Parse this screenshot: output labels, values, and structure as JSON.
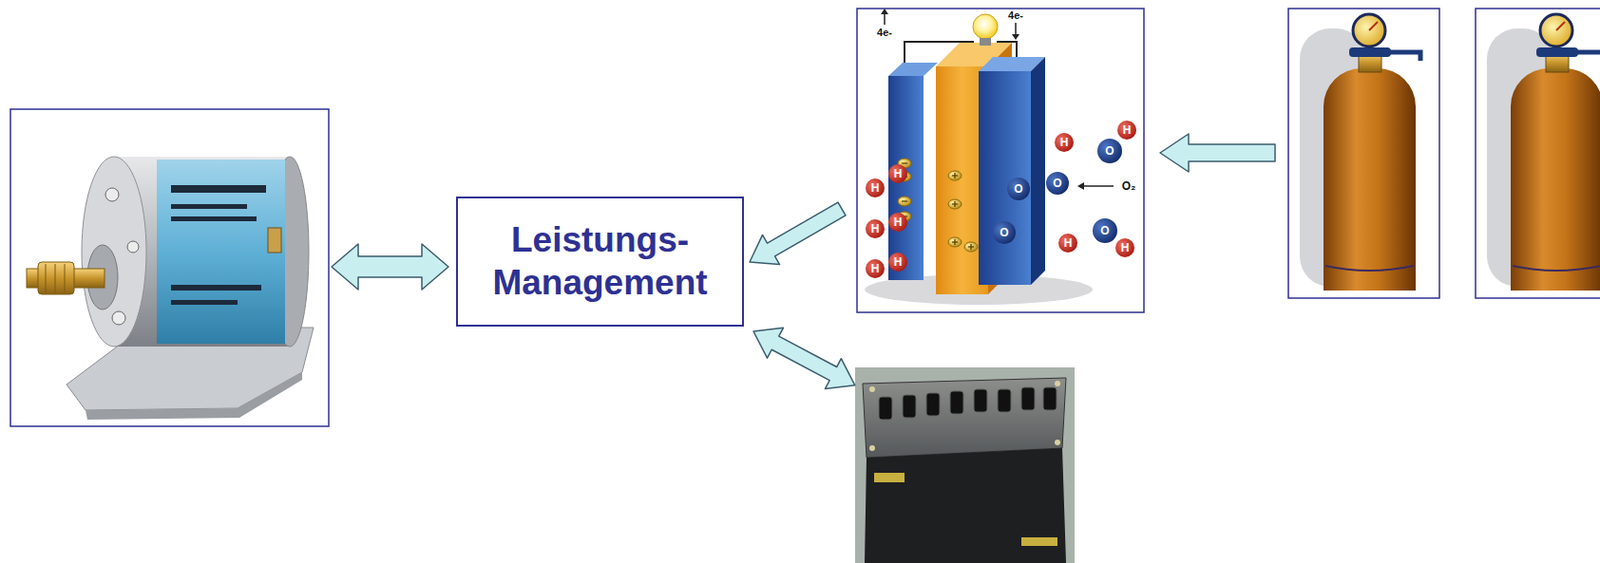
{
  "diagram": {
    "nodes": [
      {
        "text": [
          "Leistungs- Management"
        ]
      }
    ],
    "labels": [
      "4e-",
      "4e-",
      "O₂",
      "H",
      "H",
      "H",
      "H",
      "H",
      "H",
      "H",
      "O",
      "H",
      "O",
      "O",
      "O",
      "H",
      "O",
      "H"
    ]
  }
}
